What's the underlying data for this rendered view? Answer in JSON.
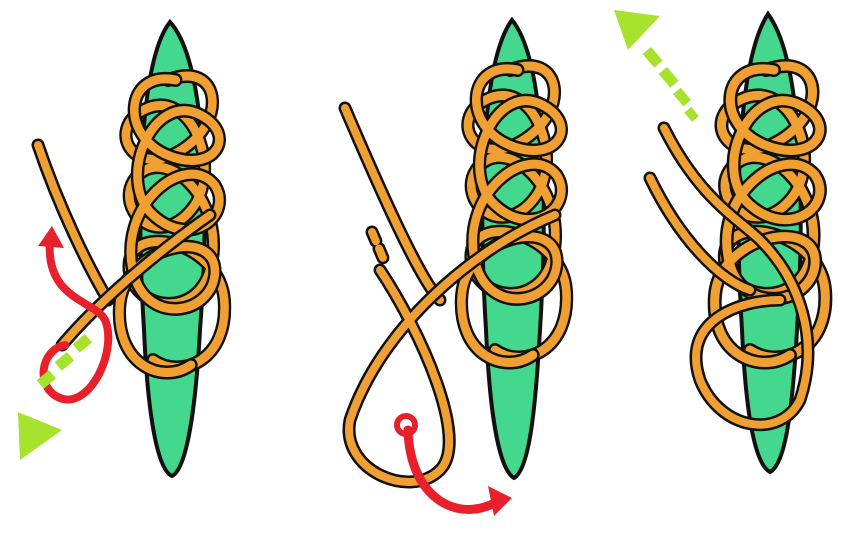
{
  "colors": {
    "background": "#ffffff",
    "spar": "#44d88f",
    "rope": "#f0a033",
    "rope_outline": "#111111",
    "guide_arrow": "#e8202c",
    "pull_arrow": "#a6e22e"
  },
  "panels": [
    {
      "step": 1,
      "guide_arrow": "loop-around-end",
      "pull_direction": "down-left"
    },
    {
      "step": 2,
      "guide_arrow": "tuck-through-bottom-loop",
      "pull_direction": "none"
    },
    {
      "step": 3,
      "guide_arrow": "none",
      "pull_direction": "up-left"
    }
  ]
}
